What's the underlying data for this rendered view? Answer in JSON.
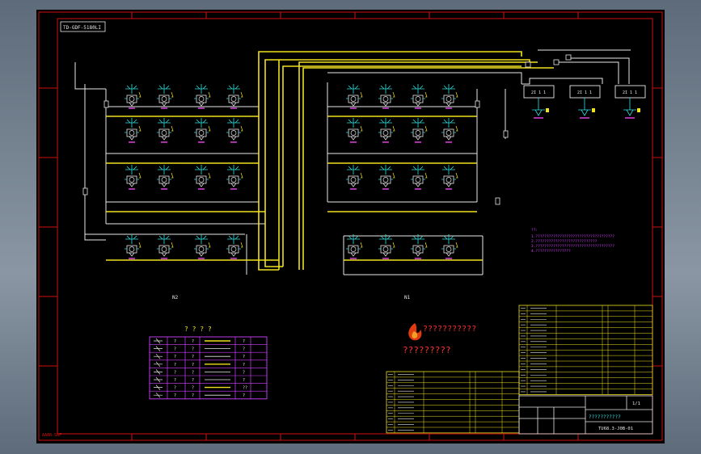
{
  "drawing": {
    "code_tag": "TD-GDF-5180LI",
    "corner_label": "AAAB-SAF"
  },
  "tanks": [
    {
      "label": "2I 1 1"
    },
    {
      "label": "2I 1 1"
    },
    {
      "label": "2I 1 1"
    }
  ],
  "sections": {
    "left_label": "N2",
    "right_label": "N1"
  },
  "notes": {
    "title": "??:",
    "lines": [
      "1.????????????????????????????????????",
      "2.????????????????????????????",
      "3.????????????????????????????????????",
      "4.????????????????"
    ]
  },
  "legend": {
    "title": "? ? ? ?",
    "rows": [
      [
        "?",
        "?",
        "?",
        "?",
        "?"
      ],
      [
        "?",
        "?",
        "?",
        "?",
        "?"
      ],
      [
        "?",
        "?",
        "?",
        "?",
        "?"
      ],
      [
        "?",
        "?",
        "?",
        "?",
        "?"
      ],
      [
        "?",
        "?",
        "?",
        "?",
        "?"
      ],
      [
        "?",
        "?",
        "?",
        "?",
        "?"
      ],
      [
        "?",
        "?",
        "??",
        "?",
        "??"
      ],
      [
        "?",
        "?",
        "??",
        "?",
        "?"
      ]
    ]
  },
  "logo": {
    "line1": "???????????",
    "line2": "?????????"
  },
  "title_block": {
    "drawing_name": "???????????",
    "drawing_number": "TU68.3-J0B-01",
    "sheet": "1/1"
  }
}
